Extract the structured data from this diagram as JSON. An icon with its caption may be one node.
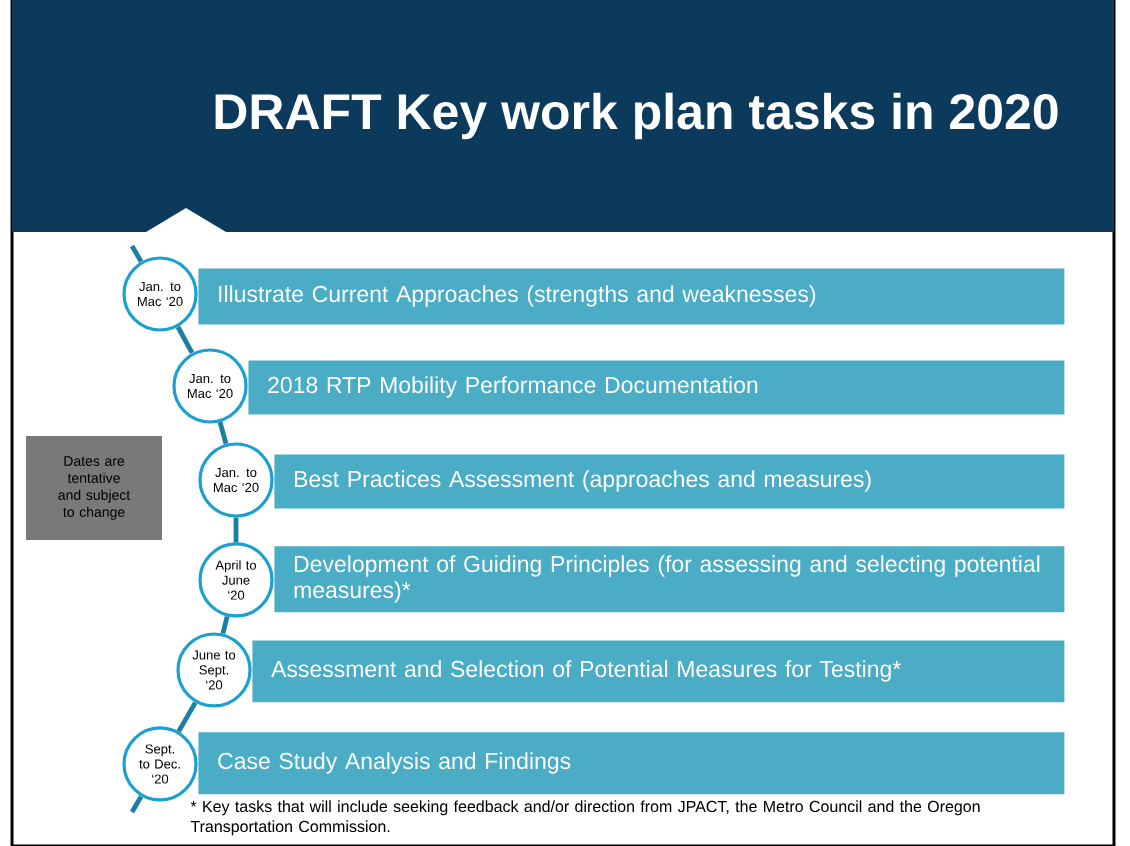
{
  "diagram": {
    "title": "DRAFT Key work plan tasks in 2020",
    "nodes": [
      {
        "text": [
          "Jan. to Mac ‘20"
        ]
      },
      {
        "text": [
          "Illustrate Current Approaches (strengths and weaknesses)"
        ]
      },
      {
        "text": [
          "Jan. to Mac ‘20"
        ]
      },
      {
        "text": [
          "2018 RTP Mobility Performance Documentation"
        ]
      },
      {
        "text": [
          "Jan. to Mac ‘20"
        ]
      },
      {
        "text": [
          "Best Practices Assessment (approaches and measures)"
        ]
      },
      {
        "text": [
          "April to June ‘20"
        ]
      },
      {
        "text": [
          "Development of Guiding Principles (for assessing and selecting potential measures)*"
        ]
      },
      {
        "text": [
          "June to Sept. ‘20"
        ]
      },
      {
        "text": [
          "Assessment and Selection of Potential Measures for Testing*"
        ]
      },
      {
        "text": [
          "Sept. to Dec. ‘20"
        ]
      },
      {
        "text": [
          "Case Study Analysis and Findings"
        ]
      },
      {
        "text": [
          "Dates are tentative and subject to change"
        ]
      }
    ],
    "edges": [
      {
        "from": null,
        "to": 0,
        "arrow": "none"
      },
      {
        "from": 0,
        "to": 2,
        "arrow": "none"
      },
      {
        "from": 2,
        "to": 4,
        "arrow": "none"
      },
      {
        "from": 4,
        "to": 6,
        "arrow": "none"
      },
      {
        "from": 6,
        "to": 8,
        "arrow": "none"
      },
      {
        "from": 8,
        "to": 10,
        "arrow": "none"
      },
      {
        "from": 10,
        "to": null,
        "arrow": "none"
      }
    ],
    "labels": [
      "* Key tasks that will include seeking feedback and/or direction from JPACT, the Metro Council and the Oregon Transportation Commission."
    ]
  }
}
